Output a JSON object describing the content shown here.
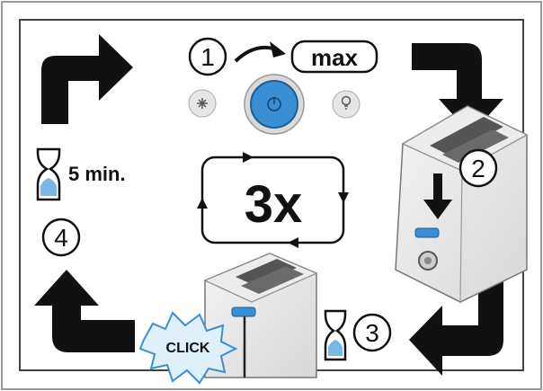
{
  "steps": {
    "one": "1",
    "two": "2",
    "three": "3",
    "four": "4"
  },
  "power_setting": "max",
  "repeat_label": "3x",
  "wait_label": "5 min.",
  "click_label": "CLICK",
  "icons": {
    "defrost": "snowflake-icon",
    "power": "power-icon",
    "reheat": "bulb-icon",
    "timer": "hourglass-icon"
  },
  "colors": {
    "accent_blue": "#3a8fd4",
    "light_blue": "#79b8e6",
    "ink": "#111111"
  }
}
